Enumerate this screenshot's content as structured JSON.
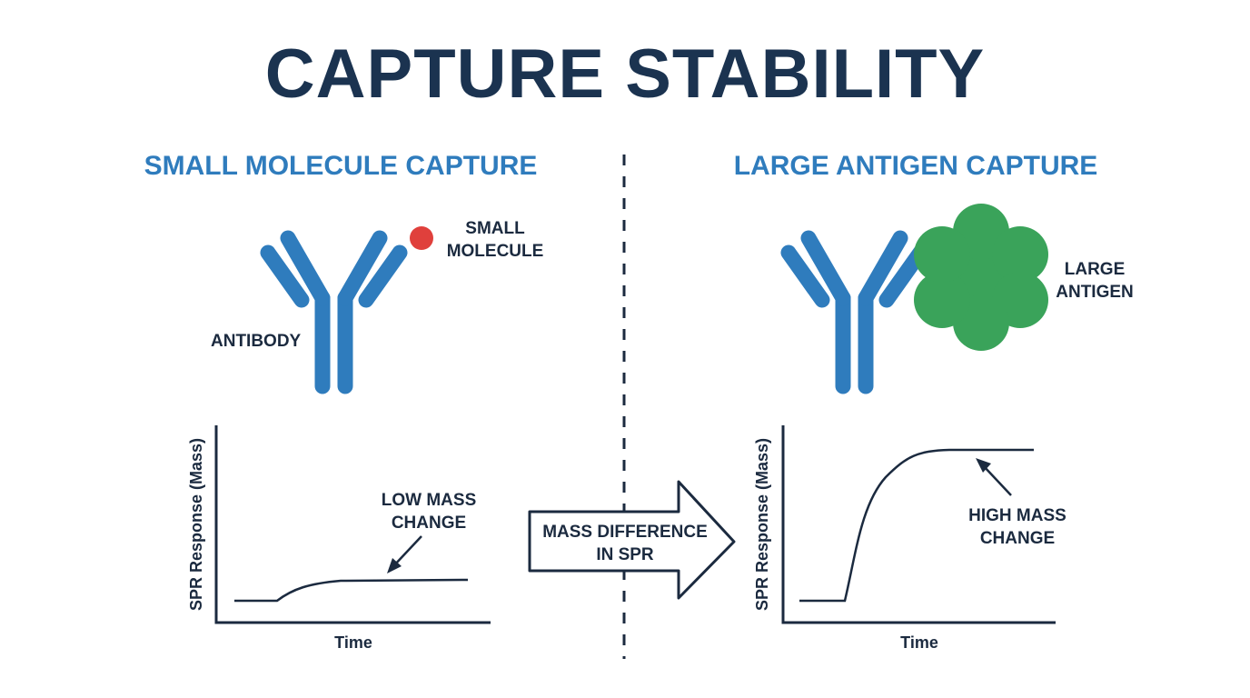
{
  "title": "CAPTURE STABILITY",
  "left_panel": {
    "heading": "SMALL MOLECULE CAPTURE",
    "antibody_label": "ANTIBODY",
    "ligand_label_line1": "SMALL",
    "ligand_label_line2": "MOLECULE",
    "ligand_color": "#e0403c",
    "graph": {
      "y_axis_label": "SPR Response (Mass)",
      "x_axis_label": "Time",
      "annotation_line1": "LOW MASS",
      "annotation_line2": "CHANGE"
    }
  },
  "right_panel": {
    "heading": "LARGE ANTIGEN CAPTURE",
    "ligand_label_line1": "LARGE",
    "ligand_label_line2": "ANTIGEN",
    "ligand_color": "#3aa35a",
    "graph": {
      "y_axis_label": "SPR Response (Mass)",
      "x_axis_label": "Time",
      "annotation_line1": "HIGH MASS",
      "annotation_line2": "CHANGE"
    }
  },
  "center_arrow": {
    "label_line1": "MASS DIFFERENCE",
    "label_line2": "IN SPR"
  },
  "colors": {
    "title": "#1b3350",
    "heading": "#2f7cbd",
    "antibody": "#2f7cbd",
    "ink": "#1b2a3f"
  },
  "icons": [
    "antibody-icon",
    "small-molecule-icon",
    "large-antigen-icon",
    "arrow-right-icon"
  ]
}
